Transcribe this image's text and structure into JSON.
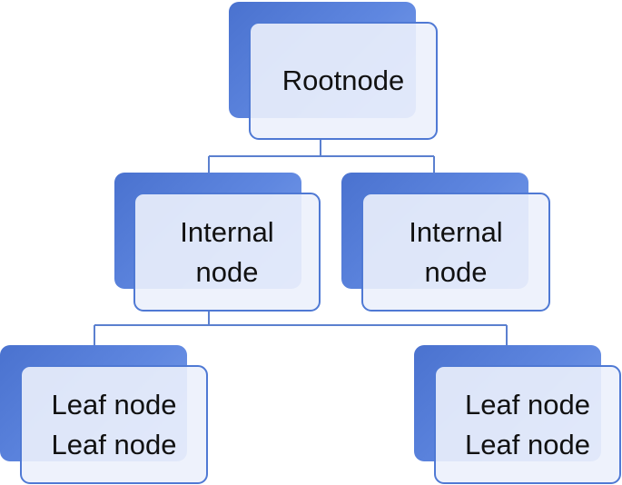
{
  "diagram": {
    "root": {
      "label": "Rootnode"
    },
    "internal_left": {
      "line1": "Internal",
      "line2": "node"
    },
    "internal_right": {
      "line1": "Internal",
      "line2": "node"
    },
    "leaf_left": {
      "line1": "Leaf node",
      "line2": "Leaf node"
    },
    "leaf_right": {
      "line1": "Leaf node",
      "line2": "Leaf node"
    },
    "colors": {
      "box_blue": "#5b83dc",
      "box_border": "#4f79d4",
      "box_fill": "#ecf1fc",
      "connector": "#5b80cf"
    }
  }
}
